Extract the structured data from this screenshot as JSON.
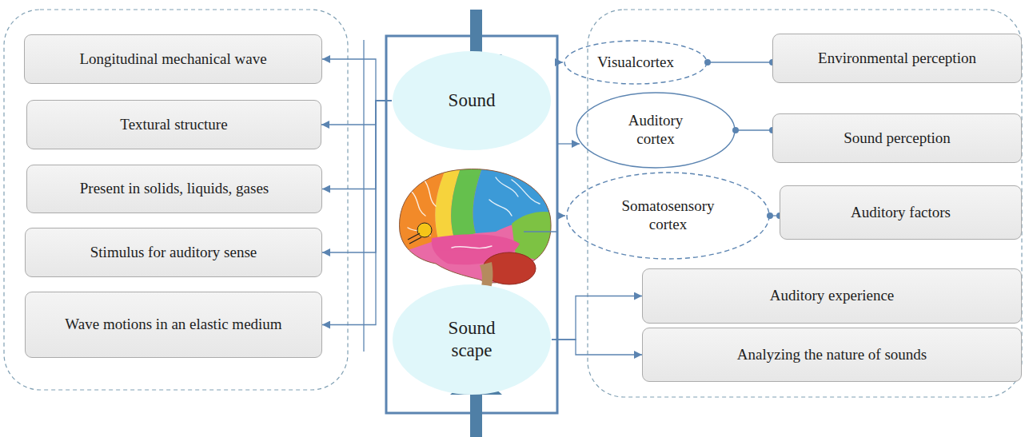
{
  "diagram": {
    "nodes": [
      {
        "text": [
          "Longitudinal mechanical wave"
        ]
      },
      {
        "text": [
          "Textural structure"
        ]
      },
      {
        "text": [
          "Present in solids, liquids, gases"
        ]
      },
      {
        "text": [
          "Stimulus for auditory sense"
        ]
      },
      {
        "text": [
          "Wave motions in an elastic medium"
        ]
      },
      {
        "text": [
          "Sound"
        ]
      },
      {
        "text": [
          "Visualcortex"
        ]
      },
      {
        "text": [
          "Environmental perception"
        ]
      },
      {
        "text": [
          "Auditory cortex"
        ]
      },
      {
        "text": [
          "Sound perception"
        ]
      },
      {
        "text": [
          "Somatosensory cortex"
        ]
      },
      {
        "text": [
          "Auditory factors"
        ]
      },
      {
        "text": [
          "Sound scape"
        ]
      },
      {
        "text": [
          "Auditory experience"
        ]
      },
      {
        "text": [
          "Analyzing the nature of sounds"
        ]
      }
    ],
    "edges": [
      {
        "from": 5,
        "to": 0,
        "arrow": "to"
      },
      {
        "from": 5,
        "to": 1,
        "arrow": "to"
      },
      {
        "from": 5,
        "to": 2,
        "arrow": "to"
      },
      {
        "from": 5,
        "to": 3,
        "arrow": "to"
      },
      {
        "from": 5,
        "to": 4,
        "arrow": "to"
      },
      {
        "from": 6,
        "to": 7,
        "arrow": "none"
      },
      {
        "from": 8,
        "to": 9,
        "arrow": "none"
      },
      {
        "from": 10,
        "to": 11,
        "arrow": "none"
      },
      {
        "from": 12,
        "to": 13,
        "arrow": "to"
      },
      {
        "from": 12,
        "to": 14,
        "arrow": "to"
      }
    ]
  }
}
